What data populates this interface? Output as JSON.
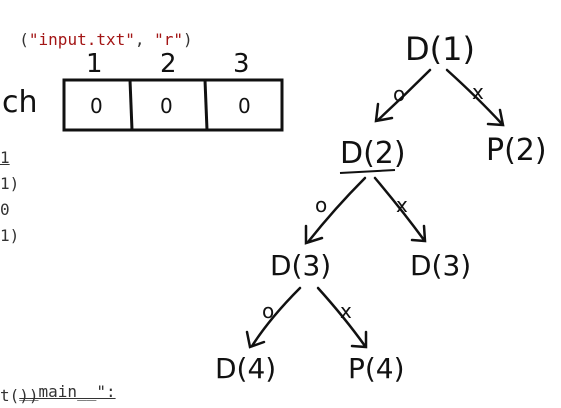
{
  "code": {
    "line1": {
      "prefix": "(",
      "arg1": "\"input.txt\"",
      "sep": ", ",
      "arg2": "\"r\"",
      "suffix": ")"
    },
    "side_lines": [
      "1",
      "1)",
      "0",
      "1)"
    ],
    "main_line": "__main__\":",
    "last_line": "t())"
  },
  "array_sketch": {
    "label": "ch",
    "indices": [
      "1",
      "2",
      "3"
    ],
    "cells": [
      "0",
      "0",
      "0"
    ]
  },
  "tree": {
    "root": "D(1)",
    "level2": [
      "D(2)",
      "P(2)"
    ],
    "level3": [
      "D(3)",
      "D(3)"
    ],
    "level4": [
      "D(4)",
      "P(4)"
    ],
    "edge_labels": {
      "left": "o",
      "right": "x"
    }
  },
  "colors": {
    "ink": "#111111",
    "string": "#a31515",
    "code": "#333333"
  }
}
